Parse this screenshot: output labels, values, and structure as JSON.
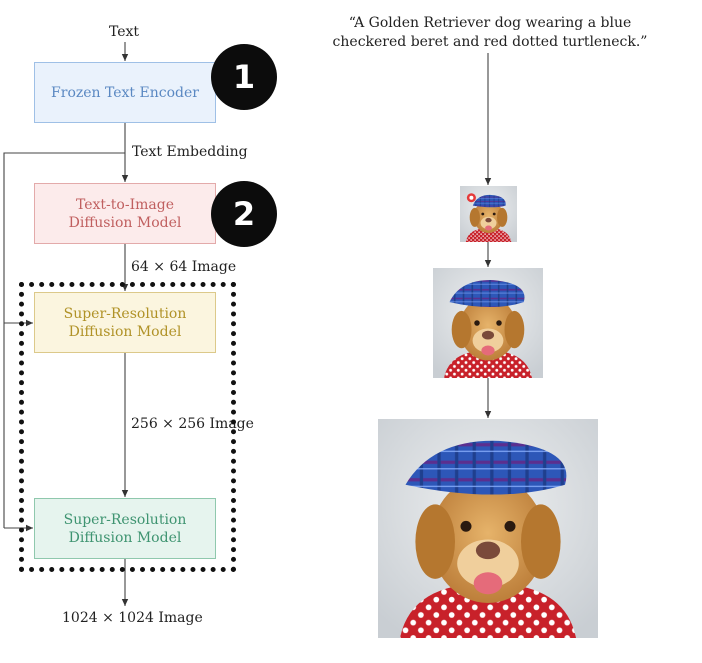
{
  "pipeline": {
    "input_label": "Text",
    "encoder": {
      "line1": "Frozen Text Encoder"
    },
    "embedding_label": "Text Embedding",
    "t2i": {
      "line1": "Text-to-Image",
      "line2": "Diffusion Model"
    },
    "out_64": "64 × 64 Image",
    "sr1": {
      "line1": "Super-Resolution",
      "line2": "Diffusion Model"
    },
    "out_256": "256 × 256 Image",
    "sr2": {
      "line1": "Super-Resolution",
      "line2": "Diffusion Model"
    },
    "out_1024": "1024 × 1024 Image"
  },
  "badges": [
    "1",
    "2"
  ],
  "prompt_caption": {
    "line1": "“A Golden Retriever dog wearing a blue",
    "line2": "checkered beret and red dotted turtleneck.”"
  },
  "colors": {
    "encoder": "#5a88c2",
    "t2i": "#c05f5f",
    "sr1": "#b09227",
    "sr2": "#3f9471"
  }
}
